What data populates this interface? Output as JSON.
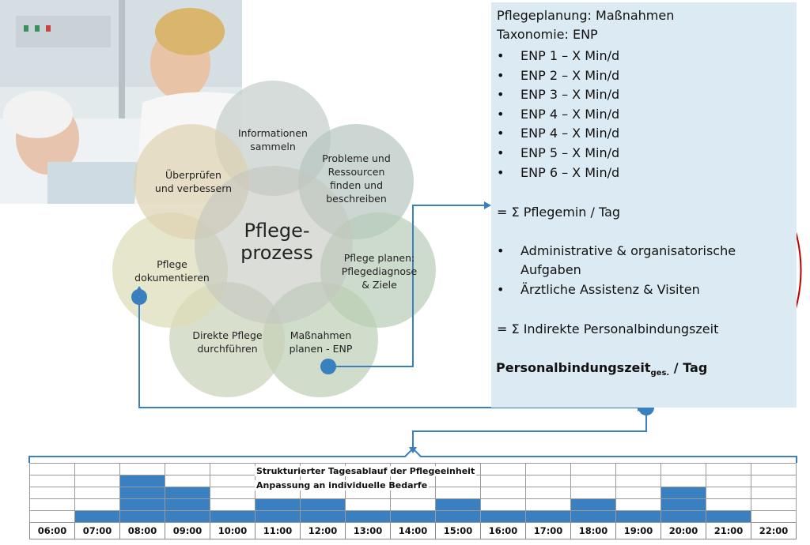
{
  "colors": {
    "panel_bg": "#dcebf3",
    "connector_blue": "#3a7fbf",
    "accent_red": "#c00000",
    "bar_blue": "#3a7fbf"
  },
  "circles": {
    "center": "Pflege-\nprozess",
    "c1": "Informationen\nsammeln",
    "c2": "Probleme und\nRessourcen\nfinden und\nbeschreiben",
    "c3": "Pflege planen:\nPflegediagnose\n& Ziele",
    "c4": "Maßnahmen\nplanen - ENP",
    "c5": "Direkte Pflege\ndurchführen",
    "c6": "Pflege\ndokumentieren",
    "c7": "Überprüfen\nund verbessern"
  },
  "panel": {
    "title1": "Pflegeplanung: Maßnahmen",
    "title2": "Taxonomie: ENP",
    "enp_items": [
      "ENP 1 – X Min/d",
      "ENP 2 – X Min/d",
      "ENP 3 – X Min/d",
      "ENP 4 – X Min/d",
      "ENP 4 – X Min/d",
      "ENP 5 – X Min/d",
      "ENP 6 – X Min/d"
    ],
    "sum_pflegemin": "= Σ Pflegemin / Tag",
    "indirect_items": [
      "Administrative & organisatorische",
      "Aufgaben",
      "Ärztliche Assistenz & Visiten"
    ],
    "sum_indirekt": "= Σ Indirekte Personalbindungszeit",
    "total_main": "Personalbindungszeit",
    "total_sub": "ges.",
    "total_suffix": " / Tag"
  },
  "schedule": {
    "title1": "Strukturierter Tagesablauf der Pflegeeinheit",
    "title2": "Anpassung an individuelle Bedarfe",
    "hours": [
      "06:00",
      "07:00",
      "08:00",
      "09:00",
      "10:00",
      "11:00",
      "12:00",
      "13:00",
      "14:00",
      "15:00",
      "16:00",
      "17:00",
      "18:00",
      "19:00",
      "20:00",
      "21:00",
      "22:00"
    ],
    "levels": [
      0,
      1,
      4,
      3,
      1,
      2,
      2,
      1,
      1,
      2,
      1,
      1,
      2,
      1,
      3,
      1,
      0
    ]
  }
}
